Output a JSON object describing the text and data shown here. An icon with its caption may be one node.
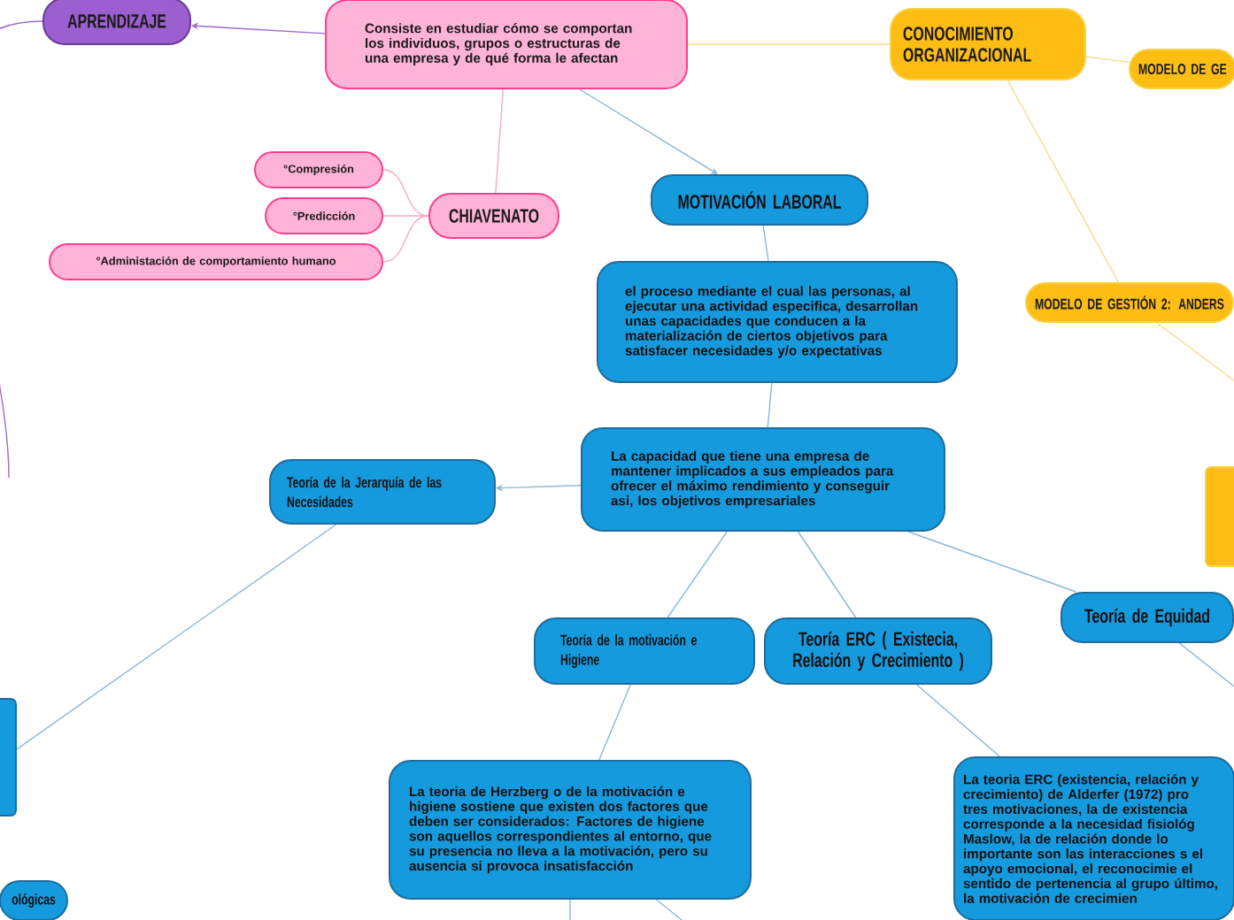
{
  "diagram": {
    "nodes": [
      {
        "text": [
          "APRENDIZAJE"
        ]
      },
      {
        "text": [
          "Consiste en estudiar cómo se comportan los individuos, grupos o estructuras de una empresa y de qué forma le afectan"
        ]
      },
      {
        "text": [
          "CONOCIMIENTO ORGANIZACIONAL"
        ]
      },
      {
        "text": [
          "MODELO DE GE"
        ]
      },
      {
        "text": [
          "CHIAVENATO"
        ]
      },
      {
        "text": [
          "°Compresión"
        ]
      },
      {
        "text": [
          "°Predicción"
        ]
      },
      {
        "text": [
          "°Administación de comportamiento humano"
        ]
      },
      {
        "text": [
          "MOTIVACIÓN LABORAL"
        ]
      },
      {
        "text": [
          "el proceso mediante el cual las personas, al ejecutar una actividad especifica, desarrollan unas capacidades que conducen a la materialización de ciertos objetivos para satisfacer necesidades y/o expectativas"
        ]
      },
      {
        "text": [
          "MODELO DE GESTIÓN 2: ANDERS"
        ]
      },
      {
        "text": [],
        "shape": "box"
      },
      {
        "text": [
          "La capacidad  que tiene una empresa de mantener implicados a sus  empleados para ofrecer el  máximo rendimiento y conseguir asi, los objetivos empresariales"
        ]
      },
      {
        "text": [
          "Teoría de la Jerarquía de las Necesidades"
        ]
      },
      {
        "text": [
          "Teoría de Equidad"
        ]
      },
      {
        "text": [
          "Teoría de la motivación e Higiene"
        ]
      },
      {
        "text": [
          "Teoría ERC ( Existecia, Relación y Crecimiento )"
        ]
      },
      {
        "text": [
          "La teoria de Herzberg o de la motivación e higiene sostiene que existen dos factores que deben ser considerados: Factores de higiene son aquellos correspondientes al entorno, que su presencia no lleva a la motivación, pero su ausencia si provoca insatisfacción"
        ]
      },
      {
        "text": [
          "La teoria ERC (existencia, relación y crecimiento) de Alderfer (1972) pro tres motivaciones, la de existencia corresponde a la necesidad fisiológ Maslow, la de relación donde lo importante son las interacciones s el apoyo emocional, el reconocimie el sentido de pertenencia al grupo último, la motivación de crecimien"
        ]
      },
      {
        "text": [],
        "shape": "box"
      },
      {
        "text": [
          "ológicas"
        ]
      }
    ],
    "edges": [
      {
        "from": 1,
        "to": 0,
        "arrow": "to",
        "color": "#9b6cc9"
      },
      {
        "from": 1,
        "to": 2,
        "arrow": "none",
        "color": "#fbd88a"
      },
      {
        "from": 2,
        "to": 3,
        "arrow": "none",
        "color": "#fbd88a"
      },
      {
        "from": 2,
        "to": 10,
        "arrow": "none",
        "color": "#fbd88a"
      },
      {
        "from": 1,
        "to": 4,
        "arrow": "none",
        "color": "#f7a8c8"
      },
      {
        "from": 4,
        "to": 5,
        "arrow": "none",
        "color": "#f7a8c8"
      },
      {
        "from": 4,
        "to": 6,
        "arrow": "none",
        "color": "#f7a8c8"
      },
      {
        "from": 4,
        "to": 7,
        "arrow": "none",
        "color": "#f7a8c8"
      },
      {
        "from": 1,
        "to": 8,
        "arrow": "to"
      },
      {
        "from": 8,
        "to": 9,
        "arrow": "none"
      },
      {
        "from": 9,
        "to": 12,
        "arrow": "none"
      },
      {
        "from": 12,
        "to": 13,
        "arrow": "to"
      },
      {
        "from": 12,
        "to": 15,
        "arrow": "none"
      },
      {
        "from": 12,
        "to": 16,
        "arrow": "none"
      },
      {
        "from": 12,
        "to": 14,
        "arrow": "none"
      },
      {
        "from": 15,
        "to": 17,
        "arrow": "none"
      },
      {
        "from": 16,
        "to": 18,
        "arrow": "none"
      },
      {
        "from": 13,
        "to": 19,
        "arrow": "none"
      },
      {
        "from": 10,
        "to": null,
        "arrow": "none",
        "color": "#fbd88a"
      },
      {
        "from": 14,
        "to": null,
        "arrow": "none"
      },
      {
        "from": 17,
        "to": null,
        "arrow": "none"
      },
      {
        "from": 17,
        "to": null,
        "arrow": "none"
      },
      {
        "from": 0,
        "to": null,
        "arrow": "none",
        "color": "#9b6cc9"
      }
    ]
  }
}
